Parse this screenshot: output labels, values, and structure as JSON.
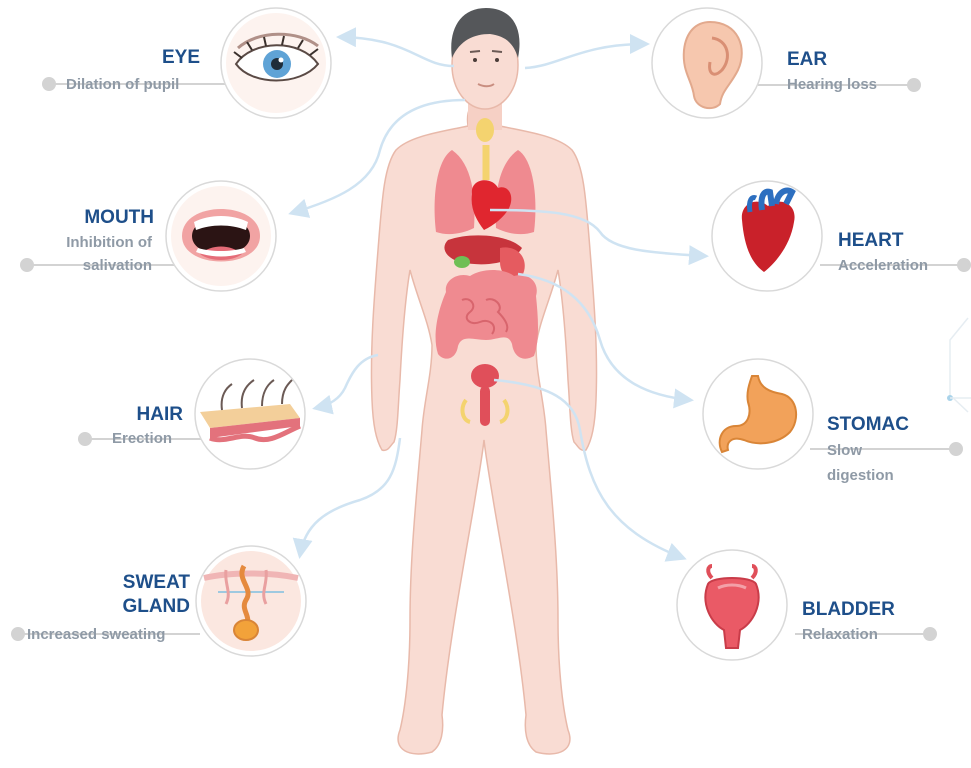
{
  "colors": {
    "title": "#1e4f8a",
    "description": "#8f9aa6",
    "connector": "#cfe3f2",
    "marker_line": "#d3d3d3",
    "skin": "#f9dcd3",
    "hair": "#55575a"
  },
  "organs": [
    {
      "id": "eye",
      "title": "EYE",
      "description": "Dilation of pupil",
      "icon": "eye-icon"
    },
    {
      "id": "ear",
      "title": "EAR",
      "description": "Hearing loss",
      "icon": "ear-icon"
    },
    {
      "id": "mouth",
      "title": "MOUTH",
      "description": "Inhibition of salivation",
      "description_lines": [
        "Inhibition of",
        "salivation"
      ],
      "icon": "mouth-icon"
    },
    {
      "id": "heart",
      "title": "HEART",
      "description": "Acceleration",
      "icon": "heart-icon"
    },
    {
      "id": "hair",
      "title": "HAIR",
      "description": "Erection",
      "icon": "hair-follicle-icon"
    },
    {
      "id": "stomach",
      "title": "STOMAC",
      "description": "Slow digestion",
      "description_lines": [
        "Slow",
        "digestion"
      ],
      "icon": "stomach-icon"
    },
    {
      "id": "sweat-gland",
      "title": "SWEAT GLAND",
      "title_lines": [
        "SWEAT",
        "GLAND"
      ],
      "description": "Increased sweating",
      "icon": "sweat-gland-icon"
    },
    {
      "id": "bladder",
      "title": "BLADDER",
      "description": "Relaxation",
      "icon": "bladder-icon"
    }
  ]
}
